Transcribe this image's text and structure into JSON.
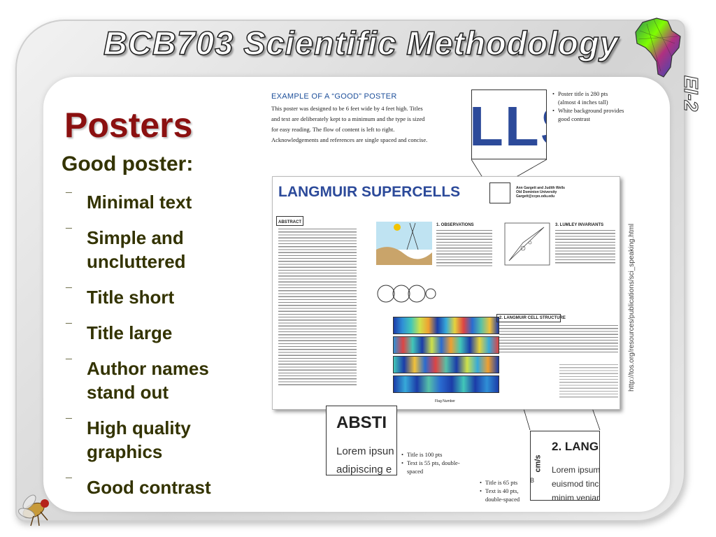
{
  "course_title": "BCB703 Scientific Methodology",
  "slide_number": "EI-2",
  "heading": "Posters",
  "subheading": "Good poster:",
  "bullets": [
    {
      "line1": "Minimal text",
      "line2": ""
    },
    {
      "line1": "Simple and",
      "line2": "uncluttered"
    },
    {
      "line1": "Title short",
      "line2": ""
    },
    {
      "line1": "Title large",
      "line2": ""
    },
    {
      "line1": "Author names",
      "line2": "stand out"
    },
    {
      "line1": "High quality",
      "line2": "graphics"
    },
    {
      "line1": "Good contrast",
      "line2": ""
    }
  ],
  "bullet_marker": "¯",
  "source_url": "http://tos.org/resources/publications/sci_speaking.html",
  "example": {
    "label": "EXAMPLE OF A “GOOD” POSTER",
    "description": "This poster was designed to be 6 feet wide by 4 feet high. Titles and text are deliberately kept to a minimum and the type is sized for easy reading. The flow of content is left to right. Acknowledgements and references are single spaced and concise.",
    "zoom_title_text": "LLS",
    "notes_title": [
      "Poster title is 280 pts (almost 4 inches tall)",
      "White background provides good contrast"
    ],
    "poster": {
      "title": "LANGMUIR SUPERCELLS",
      "authors": [
        "Ann Gargett and Judith Wells",
        "Old Dominion University",
        "Gargett@ccpo.odu.edu"
      ],
      "abstract_heading": "ABSTRACT",
      "sections": [
        "1. OBSERVATIONS",
        "3. LUMLEY INVARIANTS",
        "2. LANGMUIR CELL STRUCTURE"
      ],
      "xaxis_label": "Flag Number"
    },
    "zoom_abstract": {
      "heading": "ABSTI",
      "line1": "Lorem ipsun",
      "line2": "adipiscing e"
    },
    "notes_abstract": [
      "Title is 100 pts",
      "Text is 55 pts, double-spaced"
    ],
    "zoom_section": {
      "heading": "2. LANG",
      "axis": "cm/s",
      "line1": "Lorem ipsum",
      "line2": "euismod tinci",
      "line3": "minim veniam"
    },
    "notes_section": [
      "Title is 65 pts",
      "Text is 40 pts, double-spaced"
    ],
    "stray_letter": "B"
  }
}
